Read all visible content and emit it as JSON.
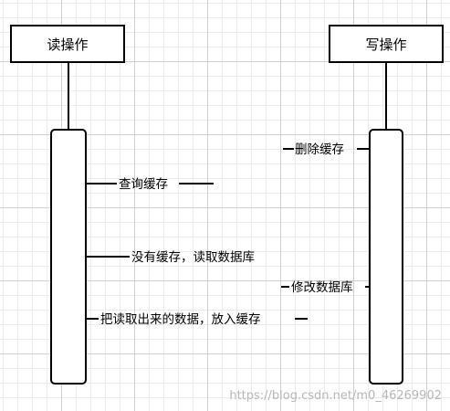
{
  "actors": {
    "read": {
      "label": "读操作"
    },
    "write": {
      "label": "写操作"
    }
  },
  "messages": [
    {
      "id": "delete-cache",
      "text": "删除缓存"
    },
    {
      "id": "query-cache",
      "text": "查询缓存"
    },
    {
      "id": "no-cache-read-db",
      "text": "没有缓存，读取数据库"
    },
    {
      "id": "update-db",
      "text": "修改数据库"
    },
    {
      "id": "put-into-cache",
      "text": "把读取出来的数据，放入缓存"
    }
  ],
  "watermark": {
    "text": "https://blog.csdn.net/m0_46269902"
  }
}
